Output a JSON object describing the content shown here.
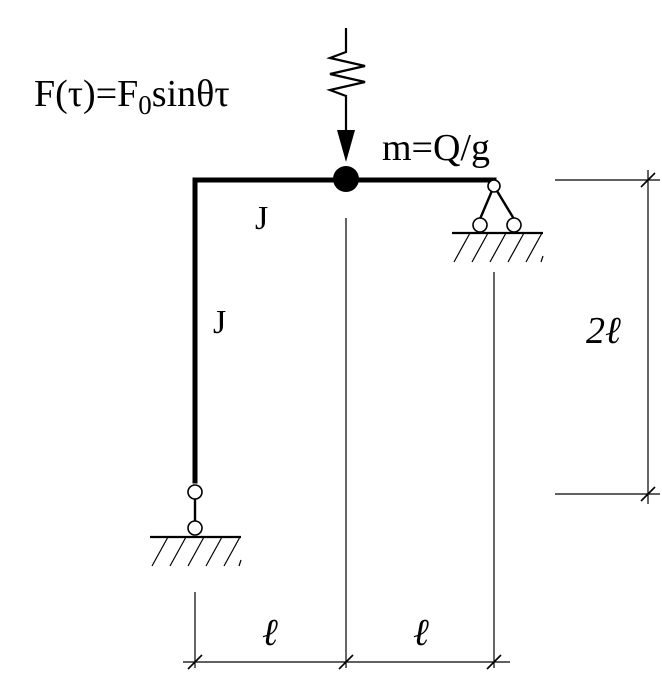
{
  "load_label_main": "F(τ)=F",
  "load_label_sub": "0",
  "load_label_tail": "sinθτ",
  "mass_label": "m=Q/g",
  "beam_stiffness_label": "J",
  "column_stiffness_label": "J",
  "height_dimension_label": "2ℓ",
  "left_span_label": "ℓ",
  "right_span_label": "ℓ"
}
